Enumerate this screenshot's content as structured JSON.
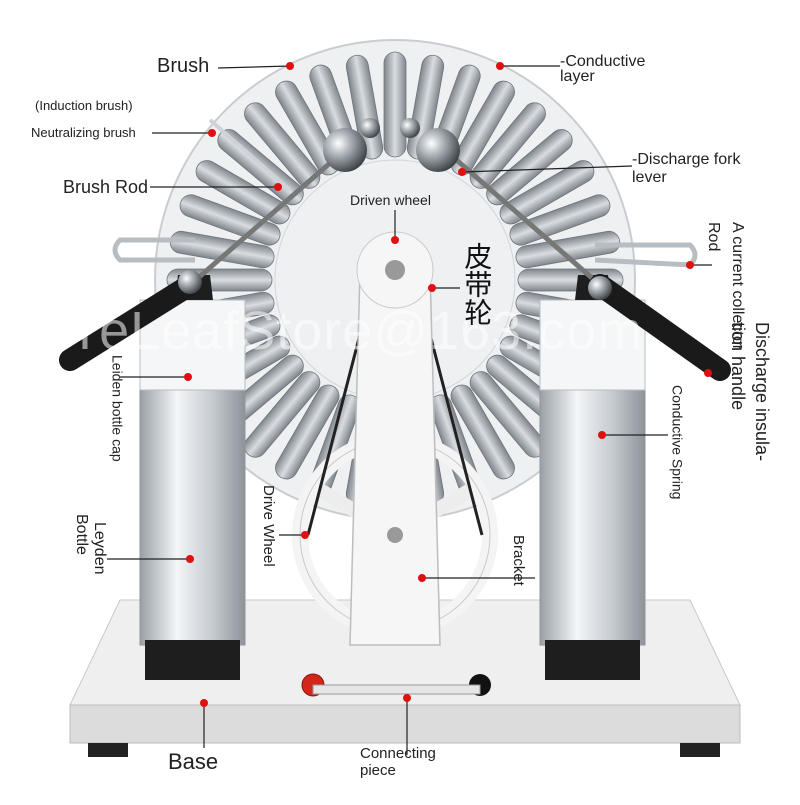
{
  "labels": {
    "brush": "Brush",
    "induction_brush": "(Induction brush)",
    "neutralizing_brush": "Neutralizing brush",
    "brush_rod": "Brush Rod",
    "conductive_layer_1": "-Conductive",
    "conductive_layer_2": "layer",
    "discharge_fork_1": "-Discharge fork",
    "discharge_fork_2": "lever",
    "driven_wheel": "Driven wheel",
    "belt_wheel": "皮带轮",
    "current_collector": "A current collector",
    "rod": "Rod",
    "discharge_handle_1": "Discharge insula-",
    "discharge_handle_2": "tion handle",
    "conductive_spring": "Conductive Spring",
    "leiden_cap": "Leiden bottle cap",
    "leyden_bottle_1": "Leyden",
    "leyden_bottle_2": "Bottle",
    "drive_wheel": "Drive Wheel",
    "bracket": "Bracket",
    "base": "Base",
    "connecting_1": "Connecting",
    "connecting_2": "piece"
  },
  "watermark": "EYeLeafStore@163.com",
  "colors": {
    "marker": "#e01010",
    "leader": "#222222",
    "disk": "#e9ecef",
    "sector": "#9aa0a6",
    "bottle": "#c7ccd1",
    "base": "#e8e8e8"
  }
}
